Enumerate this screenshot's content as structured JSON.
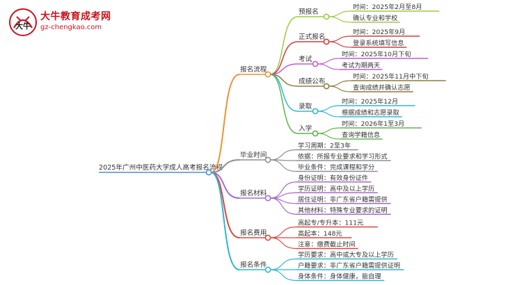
{
  "logo": {
    "title": "大牛教育成考网",
    "url": "gz-chengkao.com",
    "mark_text": "大牛"
  },
  "root": {
    "label": "2025年广州中医药大学成人高考报名流程"
  },
  "branches": [
    {
      "label": "报名流程",
      "color": "#f0922e",
      "children": [
        {
          "label": "预报名",
          "color": "#9ccd3e",
          "details": [
            "时间：2025年2月至8月",
            "确认专业和学校"
          ]
        },
        {
          "label": "正式报名",
          "color": "#d63a3a",
          "details": [
            "时间：2025年9月",
            "登录系统填写信息"
          ]
        },
        {
          "label": "考试",
          "color": "#c35ad4",
          "details": [
            "时间：2025年10月下旬",
            "考试为期两天"
          ]
        },
        {
          "label": "成绩公布",
          "color": "#8e7b3a",
          "details": [
            "时间：2025年11月中下旬",
            "查询成绩并确认志愿"
          ]
        },
        {
          "label": "录取",
          "color": "#2bb7d8",
          "details": [
            "时间：2025年12月",
            "根据成绩和志愿录取"
          ]
        },
        {
          "label": "入学",
          "color": "#5bb54b",
          "details": [
            "时间：2026年1至3月",
            "查询学籍信息"
          ]
        }
      ]
    },
    {
      "label": "毕业时间",
      "color": "#8a8f99",
      "children": [
        {
          "label": "学习周期：2至3年"
        },
        {
          "label": "依据：所报专业要求和学习形式"
        },
        {
          "label": "毕业条件：完成课程和学分"
        }
      ]
    },
    {
      "label": "报名材料",
      "color": "#a56bd0",
      "children": [
        {
          "label": "身份证明：有效身份证件"
        },
        {
          "label": "学历证明：高中及以上学历"
        },
        {
          "label": "居住证明：非广东省户籍需提供"
        },
        {
          "label": "其他材料：特殊专业要求的证明"
        }
      ]
    },
    {
      "label": "报名费用",
      "color": "#e0443a",
      "children": [
        {
          "label": "高起专/专升本：111元"
        },
        {
          "label": "高起本：148元"
        },
        {
          "label": "注意：缴费截止时间"
        }
      ]
    },
    {
      "label": "报名条件",
      "color": "#2cb6d6",
      "children": [
        {
          "label": "学历要求：高中或大专及以上学历"
        },
        {
          "label": "户籍要求：非广东省户籍需提供证明"
        },
        {
          "label": "身体条件：身体健康，能自理"
        }
      ]
    }
  ]
}
